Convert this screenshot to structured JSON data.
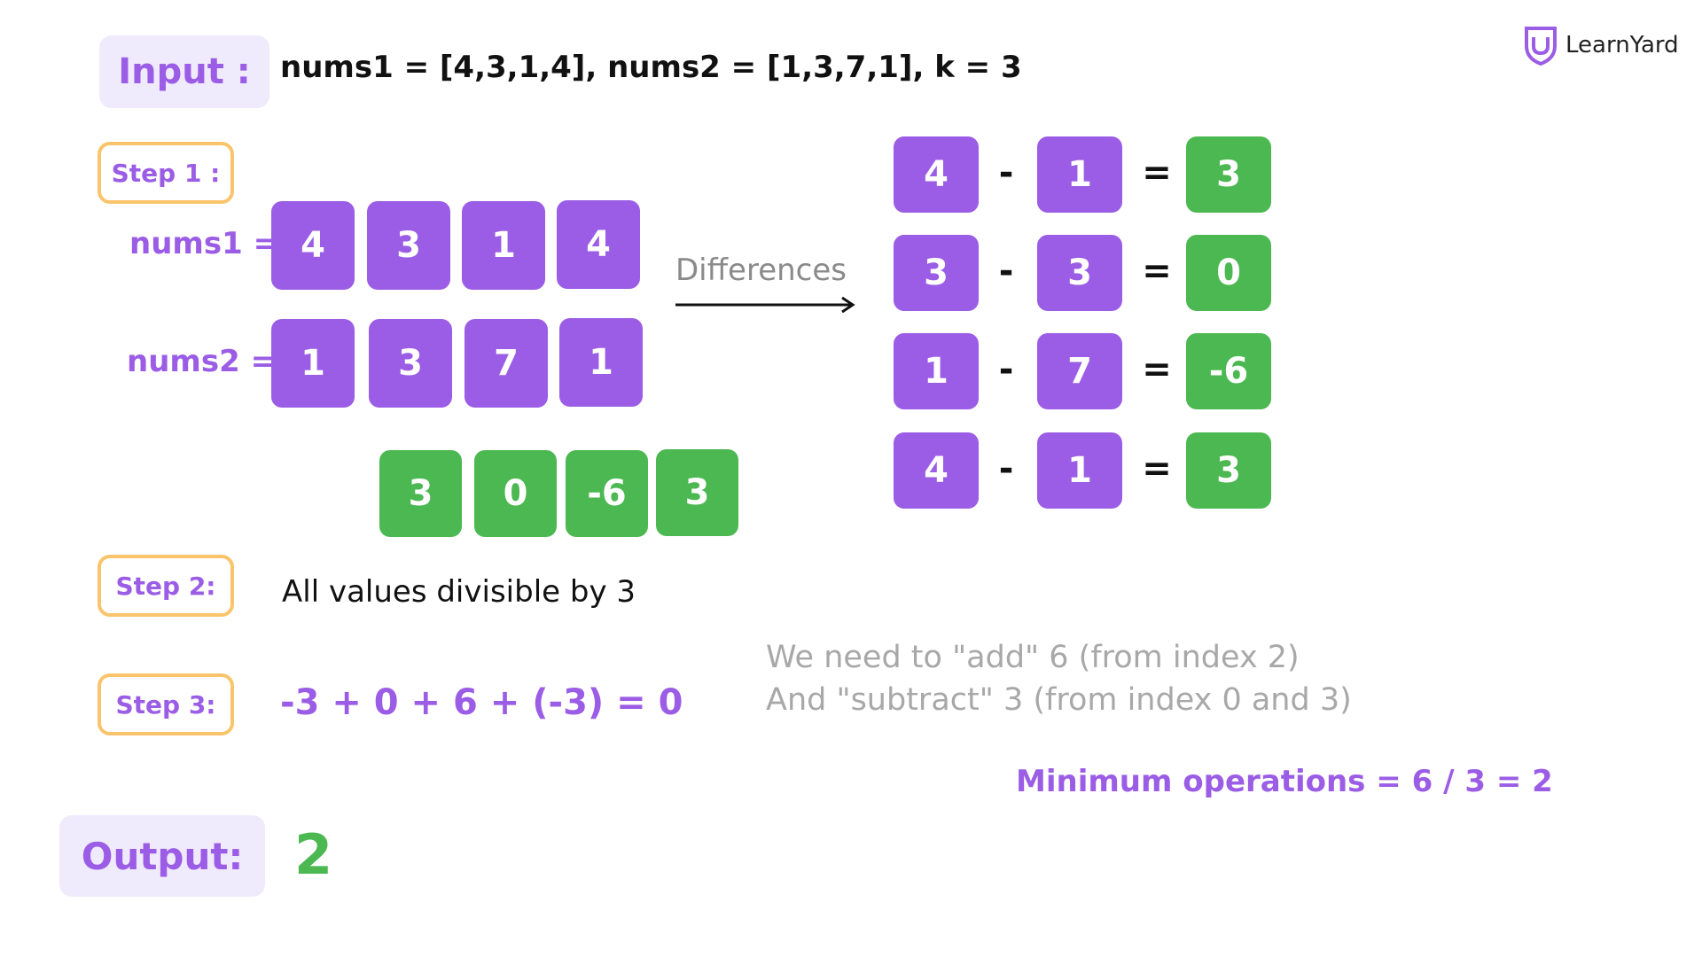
{
  "logo": {
    "text": "LearnYard"
  },
  "input": {
    "label": "Input :",
    "value": "nums1 = [4,3,1,4], nums2 = [1,3,7,1], k = 3"
  },
  "step1": {
    "label": "Step 1 :",
    "nums1_label": "nums1 =",
    "nums2_label": "nums2 =",
    "nums1": [
      "4",
      "3",
      "1",
      "4"
    ],
    "nums2": [
      "1",
      "3",
      "7",
      "1"
    ],
    "diffs": [
      "3",
      "0",
      "-6",
      "3"
    ],
    "arrow_label": "Differences",
    "equations": [
      {
        "a": "4",
        "op": "-",
        "b": "1",
        "eq": "=",
        "r": "3"
      },
      {
        "a": "3",
        "op": "-",
        "b": "3",
        "eq": "=",
        "r": "0"
      },
      {
        "a": "1",
        "op": "-",
        "b": "7",
        "eq": "=",
        "r": "-6"
      },
      {
        "a": "4",
        "op": "-",
        "b": "1",
        "eq": "=",
        "r": "3"
      }
    ]
  },
  "step2": {
    "label": "Step 2:",
    "text": "All values divisible by 3"
  },
  "step3": {
    "label": "Step 3:",
    "expression": "-3 + 0 + 6 + (-3) = 0",
    "note_line1": "We need to \"add\" 6 (from index 2)",
    "note_line2": "And \"subtract\" 3 (from index 0 and 3)",
    "minimum": "Minimum operations = 6 / 3 = 2"
  },
  "output": {
    "label": "Output:",
    "value": "2"
  },
  "colors": {
    "purple": "#9b5de5",
    "green": "#4cb852",
    "step_border": "#f9c46b",
    "pill_bg": "#efeafc"
  }
}
